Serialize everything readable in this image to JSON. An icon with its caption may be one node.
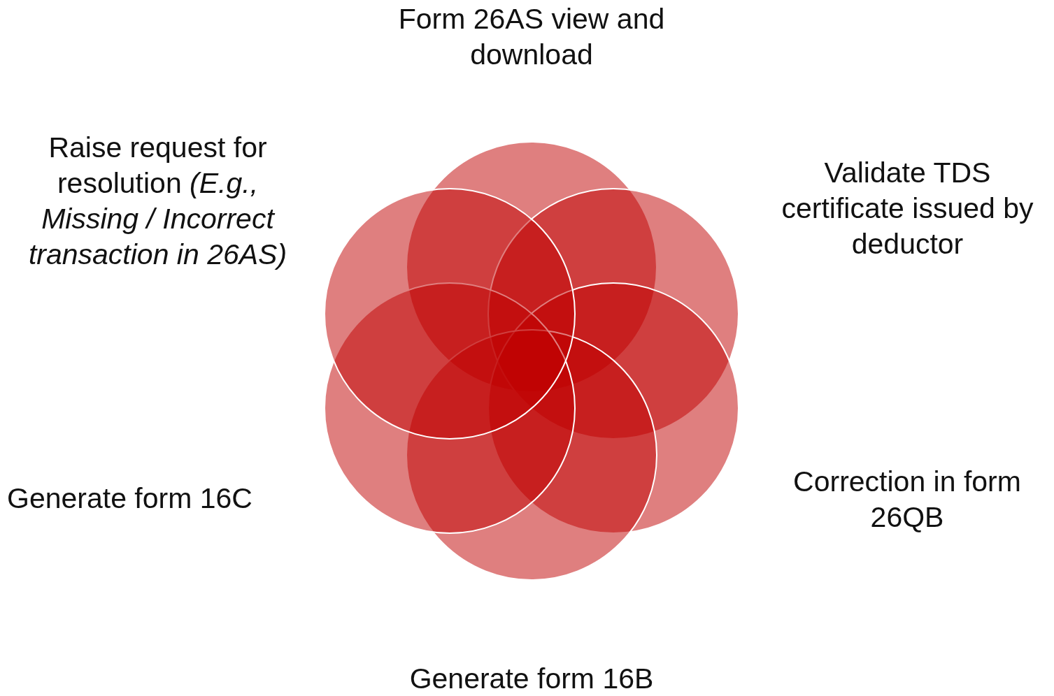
{
  "diagram": {
    "nodes": [
      {
        "text": [],
        "shape": "circle",
        "beside": [
          "Form 26AS view and download"
        ]
      },
      {
        "text": [],
        "shape": "circle",
        "beside": [
          "Validate TDS certificate issued by deductor"
        ]
      },
      {
        "text": [],
        "shape": "circle",
        "beside": [
          "Correction in form 26QB"
        ]
      },
      {
        "text": [],
        "shape": "circle",
        "beside": [
          "Generate form 16B"
        ]
      },
      {
        "text": [],
        "shape": "circle",
        "beside": [
          "Generate form 16C"
        ]
      },
      {
        "text": [],
        "shape": "circle",
        "beside": [
          "Raise request for resolution *(E.g., Missing / Incorrect transaction in 26AS)*"
        ]
      }
    ]
  }
}
